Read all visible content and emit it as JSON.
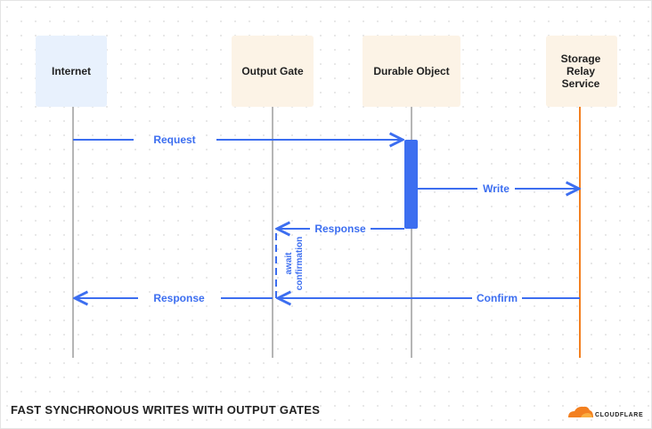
{
  "participants": {
    "internet": "Internet",
    "output_gate": "Output Gate",
    "durable_object": "Durable Object",
    "storage_line1": "Storage",
    "storage_line2": "Relay",
    "storage_line3": "Service"
  },
  "messages": {
    "request": "Request",
    "write": "Write",
    "response_do": "Response",
    "await_line1": "await",
    "await_line2": "confirmation",
    "confirm": "Confirm",
    "response_client": "Response"
  },
  "footer": {
    "title": "FAST SYNCHRONOUS WRITES WITH OUTPUT GATES",
    "logo_text": "CLOUDFLARE"
  },
  "colors": {
    "arrow": "#3c6ef0",
    "storage_line": "#f38020",
    "internet_box": "#e8f1fd",
    "other_box": "#fcf3e6"
  }
}
